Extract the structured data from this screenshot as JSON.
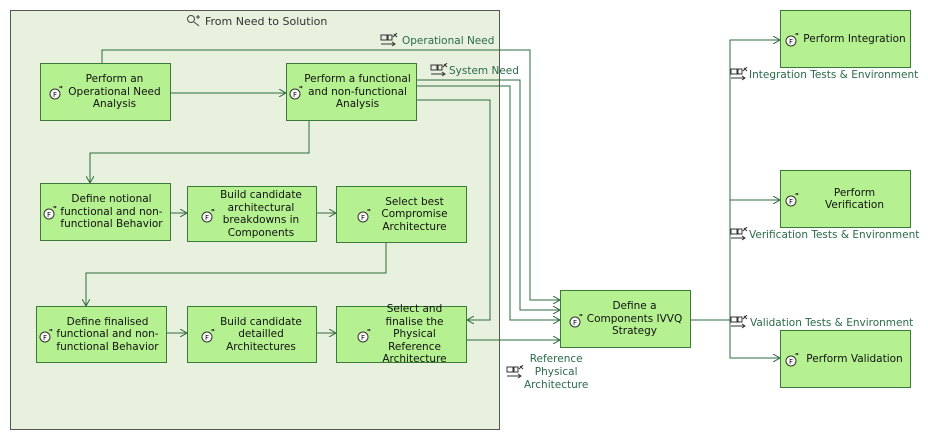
{
  "container": {
    "title": "From Need to Solution"
  },
  "functions": {
    "operational_need_analysis": "Perform an Operational Need Analysis",
    "functional_analysis": "Perform a functional and non-functional Analysis",
    "notional_behavior": "Define notional functional and non-functional Behavior",
    "candidate_breakdowns": "Build candidate architectural breakdowns in Components",
    "select_best": "Select best Compromise Architecture",
    "finalised_behavior": "Define finalised functional and non-functional Behavior",
    "detailled_architectures": "Build candidate detailled Architectures",
    "select_finalise": "Select and finalise the Physical Reference Architecture",
    "ivvq_strategy": "Define a Components IVVQ Strategy",
    "integration": "Perform Integration",
    "verification": "Perform Verification",
    "validation": "Perform Validation"
  },
  "exchanges": {
    "operational_need": "Operational Need",
    "system_need": "System Need",
    "reference_architecture": [
      "Reference",
      "Physical",
      "Architecture"
    ],
    "integration_tests": "Integration Tests & Environment",
    "verification_tests": "Verification Tests & Environment",
    "validation_tests": "Validation Tests & Environment"
  },
  "colors": {
    "function_fill": "#b5f190",
    "container_fill": "#e8f1dd",
    "wire": "#2e6b3e",
    "exchange_text": "#2b6a4a"
  }
}
